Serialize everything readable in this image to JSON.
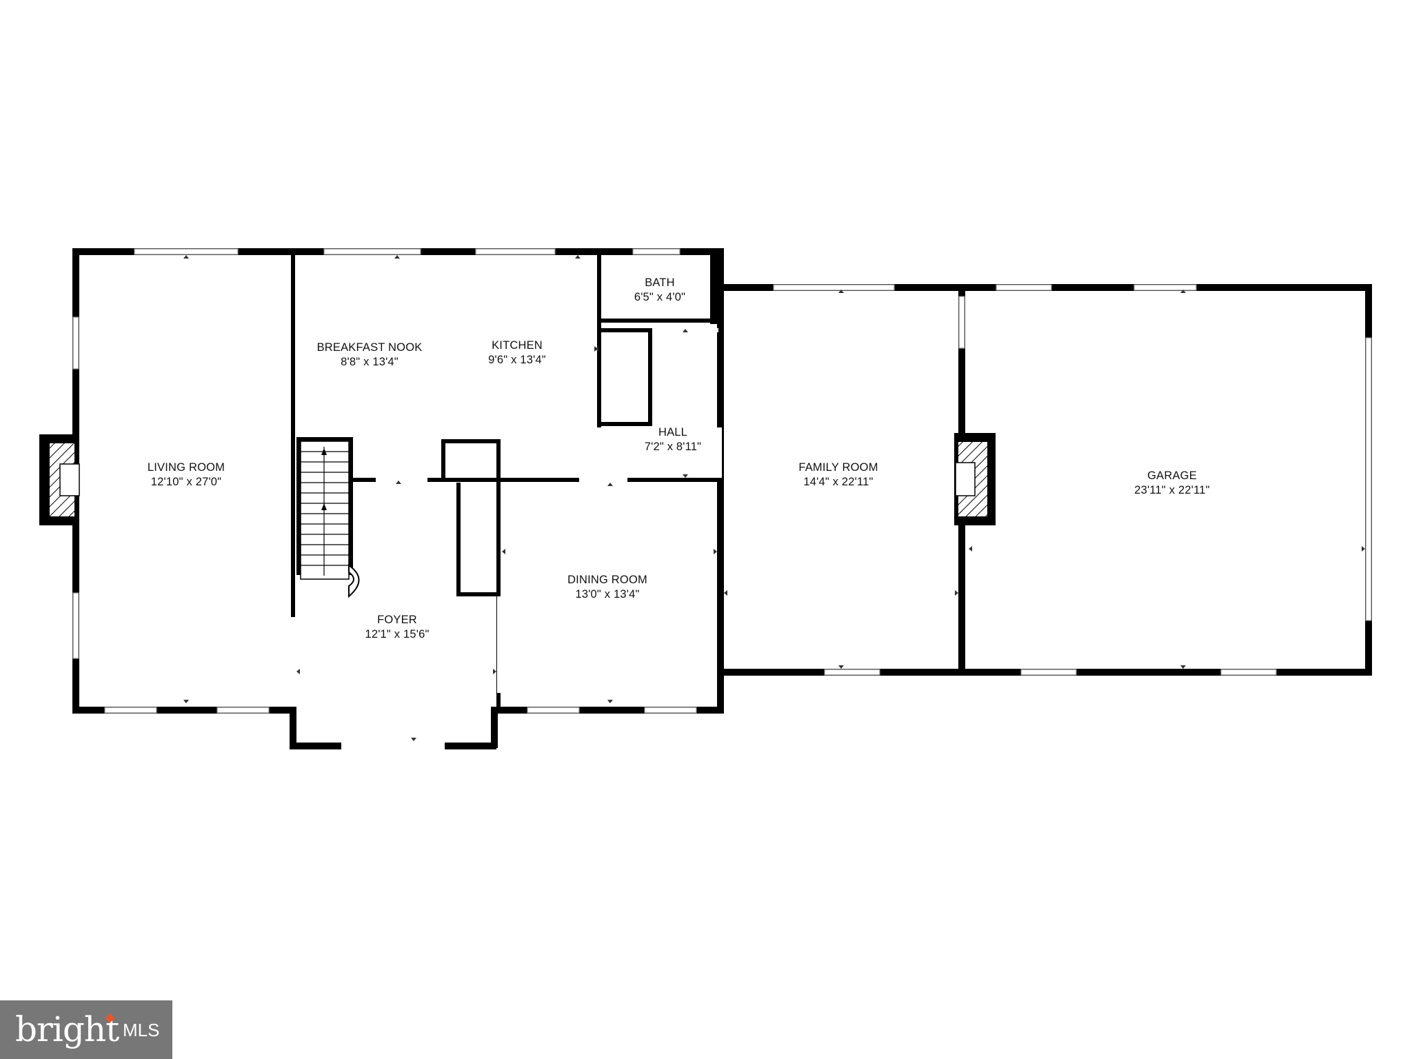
{
  "rooms": [
    {
      "id": "living",
      "name": "LIVING ROOM",
      "dims": "12'10\" x 27'0\""
    },
    {
      "id": "breakfast",
      "name": "BREAKFAST NOOK",
      "dims": "8'8\" x 13'4\""
    },
    {
      "id": "kitchen",
      "name": "KITCHEN",
      "dims": "9'6\" x 13'4\""
    },
    {
      "id": "bath",
      "name": "BATH",
      "dims": "6'5\" x 4'0\""
    },
    {
      "id": "hall",
      "name": "HALL",
      "dims": "7'2\" x 8'11\""
    },
    {
      "id": "family",
      "name": "FAMILY ROOM",
      "dims": "14'4\" x 22'11\""
    },
    {
      "id": "garage",
      "name": "GARAGE",
      "dims": "23'11\" x 22'11\""
    },
    {
      "id": "dining",
      "name": "DINING ROOM",
      "dims": "13'0\" x 13'4\""
    },
    {
      "id": "foyer",
      "name": "FOYER",
      "dims": "12'1\" x 15'6\""
    }
  ],
  "watermark": {
    "brand": "bright",
    "suffix": "MLS"
  }
}
